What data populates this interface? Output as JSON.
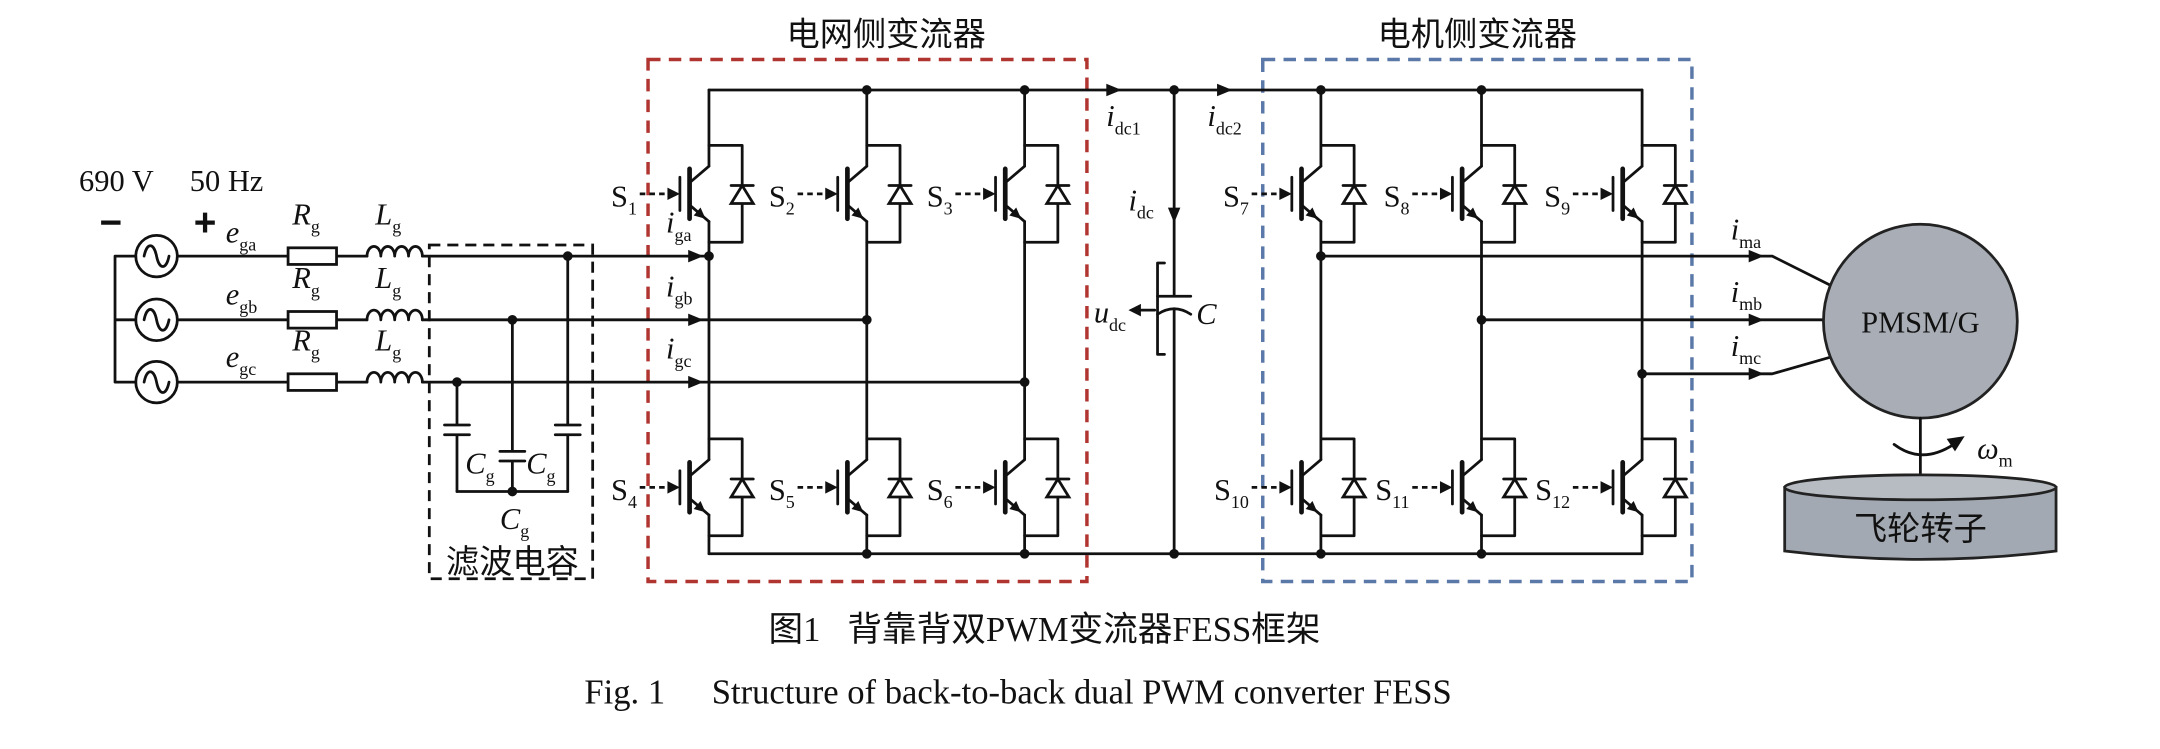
{
  "titles": {
    "grid_converter": "电网侧变流器",
    "motor_converter": "电机侧变流器"
  },
  "source": {
    "voltage": "690 V",
    "frequency": "50 Hz",
    "minus": "−",
    "plus": "+"
  },
  "grid_phases": [
    {
      "emf": {
        "main": "e",
        "sub": "ga"
      },
      "resistor": {
        "main": "R",
        "sub": "g"
      },
      "inductor": {
        "main": "L",
        "sub": "g"
      },
      "current": {
        "main": "i",
        "sub": "ga"
      }
    },
    {
      "emf": {
        "main": "e",
        "sub": "gb"
      },
      "resistor": {
        "main": "R",
        "sub": "g"
      },
      "inductor": {
        "main": "L",
        "sub": "g"
      },
      "current": {
        "main": "i",
        "sub": "gb"
      }
    },
    {
      "emf": {
        "main": "e",
        "sub": "gc"
      },
      "resistor": {
        "main": "R",
        "sub": "g"
      },
      "inductor": {
        "main": "L",
        "sub": "g"
      },
      "current": {
        "main": "i",
        "sub": "gc"
      }
    }
  ],
  "filter": {
    "label": "滤波电容",
    "capacitors": [
      {
        "main": "C",
        "sub": "g"
      },
      {
        "main": "C",
        "sub": "g"
      },
      {
        "main": "C",
        "sub": "g"
      }
    ]
  },
  "grid_switches": [
    {
      "main": "S",
      "sub": "1"
    },
    {
      "main": "S",
      "sub": "2"
    },
    {
      "main": "S",
      "sub": "3"
    },
    {
      "main": "S",
      "sub": "4"
    },
    {
      "main": "S",
      "sub": "5"
    },
    {
      "main": "S",
      "sub": "6"
    }
  ],
  "dc_link": {
    "current_1": {
      "main": "i",
      "sub": "dc1"
    },
    "current_2": {
      "main": "i",
      "sub": "dc2"
    },
    "current": {
      "main": "i",
      "sub": "dc"
    },
    "voltage": {
      "main": "u",
      "sub": "dc"
    },
    "capacitor": "C"
  },
  "motor_switches": [
    {
      "main": "S",
      "sub": "7"
    },
    {
      "main": "S",
      "sub": "8"
    },
    {
      "main": "S",
      "sub": "9"
    },
    {
      "main": "S",
      "sub": "10"
    },
    {
      "main": "S",
      "sub": "11"
    },
    {
      "main": "S",
      "sub": "12"
    }
  ],
  "motor_currents": [
    {
      "main": "i",
      "sub": "ma"
    },
    {
      "main": "i",
      "sub": "mb"
    },
    {
      "main": "i",
      "sub": "mc"
    }
  ],
  "machine": {
    "label": "PMSM/G",
    "flywheel": "飞轮转子",
    "speed": {
      "main": "ω",
      "sub": "m"
    }
  },
  "caption": {
    "cn_number": "图1",
    "cn_title": "背靠背双PWM变流器FESS框架",
    "en_number": "Fig. 1",
    "en_title": "Structure of back-to-back dual PWM converter FESS"
  },
  "colors": {
    "grid_box": "#b0342f",
    "motor_box": "#5a78a8",
    "machine_fill": "#a9aeb6",
    "flywheel_fill": "#a3a9b2"
  }
}
